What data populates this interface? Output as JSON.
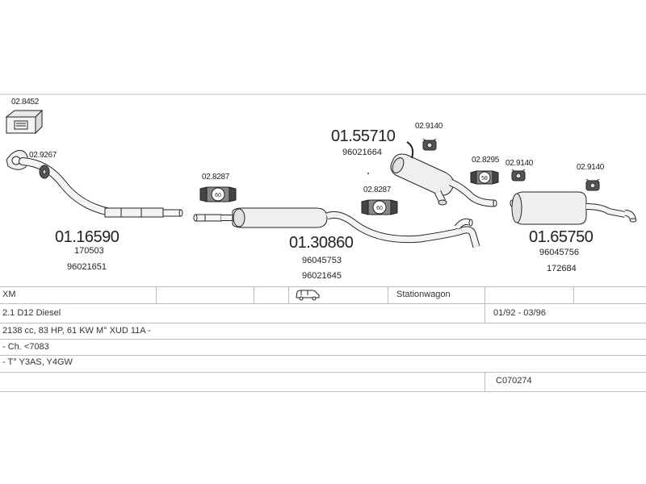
{
  "parts": {
    "box_kit": "02.8452",
    "gasket_front": "02.9267",
    "front_pipe": {
      "number": "01.16590",
      "ref1": "170503",
      "ref2": "96021651"
    },
    "clamp_1": {
      "number": "02.8287",
      "badge": "60"
    },
    "middle": {
      "number": "01.30860",
      "ref1": "96045753",
      "ref2": "96021645"
    },
    "clamp_2": {
      "number": "02.8287",
      "badge": "60"
    },
    "front_silencer": {
      "number": "01.55710",
      "ref1": "96021664"
    },
    "rubber_1": "02.9140",
    "clamp_3": {
      "number": "02.8295",
      "badge": "58"
    },
    "rubber_2": "02.9140",
    "rubber_3": "02.9140",
    "rear": {
      "number": "01.65750",
      "ref1": "96045756",
      "ref2": "172684"
    }
  },
  "vehicle": {
    "model": "XM",
    "body": "Stationwagon",
    "engine": "2.1 D12 Diesel",
    "years": "01/92 - 03/96",
    "spec": "2138 cc, 83 HP, 61 KW M° XUD 11A -",
    "chassis": "- Ch. <7083",
    "type": "- T° Y3AS, Y4GW",
    "code": "C070274"
  }
}
